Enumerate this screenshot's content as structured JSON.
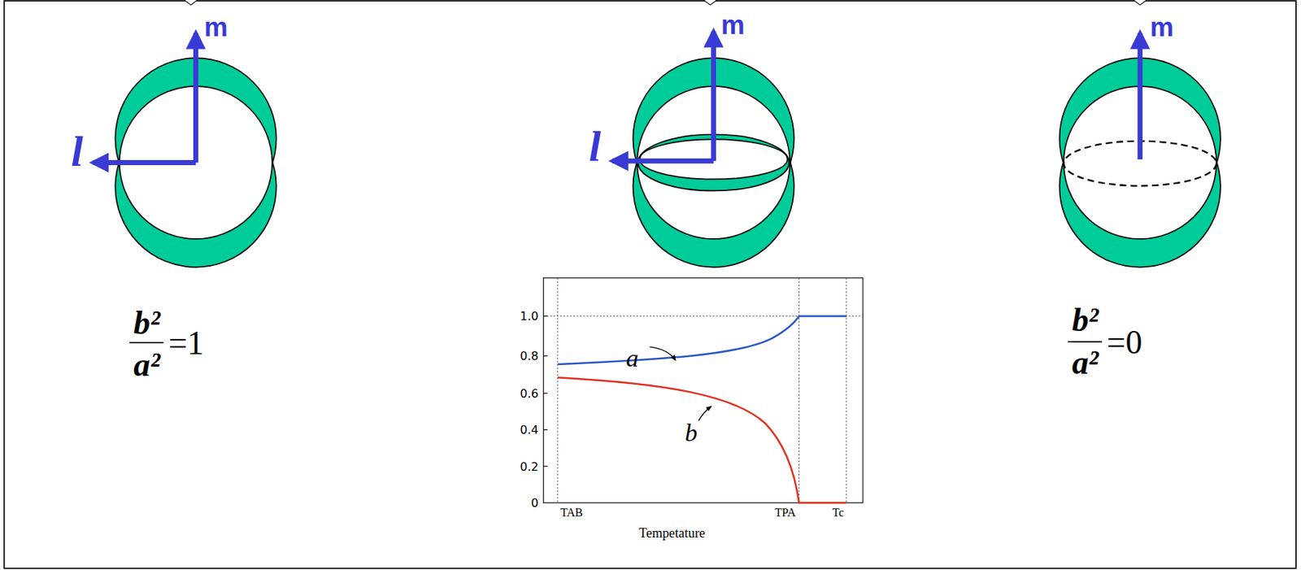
{
  "diagram": {
    "labels": [
      "m",
      "l",
      "m",
      "l",
      "m",
      "b²",
      "a²",
      "=1",
      "b²",
      "a²",
      "=0",
      "1.0",
      "0.8",
      "0.6",
      "0.4",
      "0.2",
      "0",
      "a",
      "b",
      "TAB",
      "TPA",
      "Tc",
      "Tempetature"
    ]
  }
}
